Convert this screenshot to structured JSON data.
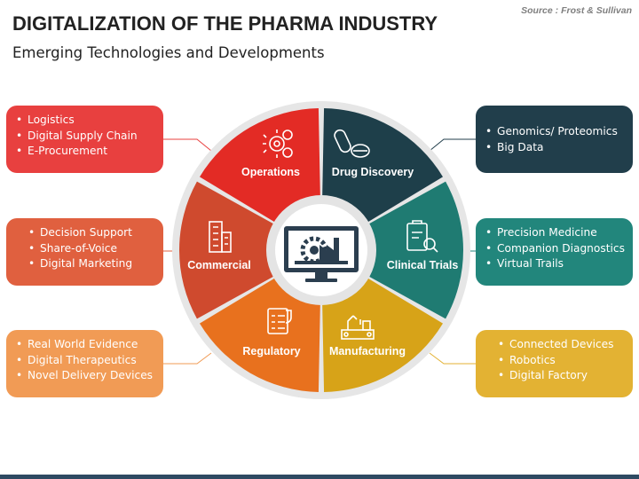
{
  "header": {
    "title": "DIGITALIZATION OF THE PHARMA INDUSTRY",
    "subtitle": "Emerging Technologies and Developments",
    "source": "Source : Frost & Sullivan"
  },
  "segments": [
    {
      "label": "Operations",
      "color": "#e32b25",
      "icon": "gears-icon"
    },
    {
      "label": "Drug Discovery",
      "color": "#1e3f4a",
      "icon": "pills-icon"
    },
    {
      "label": "Clinical Trials",
      "color": "#1f7b72",
      "icon": "clipboard-search-icon"
    },
    {
      "label": "Manufacturing",
      "color": "#d7a318",
      "icon": "robotic-arm-icon"
    },
    {
      "label": "Regulatory",
      "color": "#e8711e",
      "icon": "checklist-icon"
    },
    {
      "label": "Commercial",
      "color": "#cf4a2e",
      "icon": "building-icon"
    }
  ],
  "center": {
    "icon": "monitor-factory-gear-icon"
  },
  "boxes": {
    "operations": {
      "color": "#e8403f",
      "items": [
        "Logistics",
        "Digital Supply Chain",
        "E-Procurement"
      ]
    },
    "commercial": {
      "color": "#e0603f",
      "items": [
        "Decision Support",
        "Share-of-Voice",
        "Digital Marketing"
      ]
    },
    "regulatory": {
      "color": "#f19b55",
      "items": [
        "Real World Evidence",
        "Digital Therapeutics",
        "Novel Delivery Devices"
      ]
    },
    "drug_discovery": {
      "color": "#213e4b",
      "items": [
        "Genomics/ Proteomics",
        "Big Data"
      ]
    },
    "clinical_trials": {
      "color": "#22867c",
      "items": [
        "Precision Medicine",
        "Companion Diagnostics",
        "Virtual Trails"
      ]
    },
    "manufacturing": {
      "color": "#e3b233",
      "items": [
        "Connected Devices",
        "Robotics",
        "Digital Factory"
      ]
    }
  }
}
